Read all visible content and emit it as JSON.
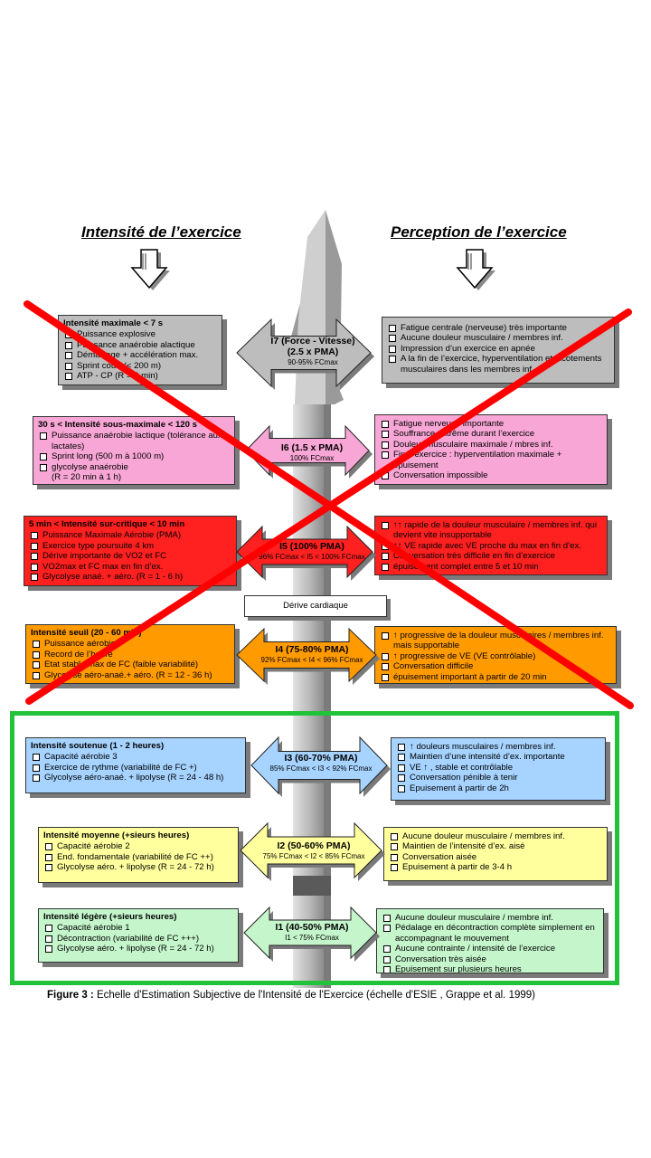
{
  "headings": {
    "left": "Intensité de l’exercice",
    "right": "Perception de l’exercice"
  },
  "levels": [
    {
      "id": "i7",
      "color": "#bdbdbd",
      "intensity": {
        "title": "Intensité maximale < 7 s",
        "items": [
          "Puissance explosive",
          "Puissance anaérobie alactique",
          "Démarrage + accélération max.",
          "Sprint court (< 200 m)",
          "ATP - CP (R = 3 min)"
        ]
      },
      "label": {
        "main": "I7 (Force - Vitesse)",
        "sub1": "(2.5 x PMA)",
        "sub2": "90-95% FCmax"
      },
      "perception": [
        "Fatigue centrale (nerveuse) très importante",
        "Aucune douleur musculaire / membres inf.",
        "Impression d’un exercice en apnée",
        "A la fin de l’exercice, hyperventilation et picotements musculaires dans les membres inf."
      ]
    },
    {
      "id": "i6",
      "color": "#f7a6d5",
      "intensity": {
        "title": "30 s < Intensité sous-maximale < 120 s",
        "items": [
          "Puissance anaérobie lactique (tolérance aux lactates)",
          "Sprint long (500 m à 1000 m)",
          "glycolyse anaérobie"
        ],
        "note": "(R = 20 min à 1 h)"
      },
      "label": {
        "main": "I6 (1.5 x PMA)",
        "sub1": "100% FCmax"
      },
      "perception": [
        "Fatigue nerveuse importante",
        "Souffrance extrême durant l’exercice",
        "Douleur musculaire maximale / mbres inf.",
        "Fin d’exercice : hyperventilation maximale + épuisement",
        "Conversation impossible"
      ]
    },
    {
      "id": "i5",
      "color": "#ff2020",
      "intensity": {
        "title": "5 min < Intensité sur-critique < 10 min",
        "items": [
          "Puissance Maximale Aérobie (PMA)",
          "Exercice type poursuite 4 km",
          "Dérive importante de VO2 et FC",
          "VO2max et FC max en fin d’ex.",
          "Glycolyse anaé. + aéro. (R = 1 - 6 h)"
        ]
      },
      "label": {
        "main": "I5 (100% PMA)",
        "sub1": "96% FCmax < I5 < 100% FCmax"
      },
      "perception": [
        "↑↑ rapide de la douleur musculaire / membres inf. qui devient vite insupportable",
        "↑↑ VE rapide avec VE proche du max en fin d’ex.",
        "Conversation très difficile en fin d’exercice",
        "épuisement complet entre 5 et 10 min"
      ]
    },
    {
      "id": "i4",
      "color": "#ff9a00",
      "intensity": {
        "title": "Intensité seuil (20 - 60 min)",
        "items": [
          "Puissance aérobie",
          "Record de l’heure",
          "Etat stable max de FC (faible variabilité)",
          "Glycolyse aéro-anaé.+ aéro. (R = 12 - 36 h)"
        ]
      },
      "label": {
        "main": "I4 (75-80% PMA)",
        "sub1": "92% FCmax < I4 < 96% FCmax"
      },
      "perception": [
        "↑ progressive de la douleur musculaires / membres inf. mais supportable",
        "↑ progressive de VE (VE contrôlable)",
        "Conversation difficile",
        "épuisement important à partir de 20 min"
      ]
    },
    {
      "id": "i3",
      "color": "#a6d3ff",
      "intensity": {
        "title": "Intensité soutenue (1 - 2 heures)",
        "items": [
          "Capacité aérobie 3",
          "Exercice de rythme (variabilité de FC +)",
          "Glycolyse aéro-anaé. + lipolyse (R = 24 - 48 h)"
        ]
      },
      "label": {
        "main": "I3 (60-70% PMA)",
        "sub1": "85% FCmax < I3 < 92% FCmax"
      },
      "perception": [
        "↑ douleurs musculaires / membres inf.",
        "Maintien d’une intensité d’ex. importante",
        "VE ↑ , stable et contrôlable",
        "Conversation pénible à tenir",
        "Epuisement à partir de 2h"
      ]
    },
    {
      "id": "i2",
      "color": "#ffff9e",
      "intensity": {
        "title": "Intensité moyenne (+sieurs heures)",
        "items": [
          "Capacité aérobie 2",
          "End. fondamentale (variabilité de FC ++)",
          "Glycolyse aéro. + lipolyse (R = 24 - 72 h)"
        ]
      },
      "label": {
        "main": "I2 (50-60% PMA)",
        "sub1": "75% FCmax < I2 < 85% FCmax"
      },
      "perception": [
        "Aucune douleur musculaire / membres inf.",
        "Maintien de l’intensité d’ex. aisé",
        "Conversation aisée",
        "Epuisement à partir de 3-4 h"
      ]
    },
    {
      "id": "i1",
      "color": "#c4f5cb",
      "intensity": {
        "title": "Intensité légère (+sieurs heures)",
        "items": [
          "Capacité aérobie 1",
          "Décontraction (variabilité de FC +++)",
          "Glycolyse aéro. + lipolyse (R = 24 - 72 h)"
        ]
      },
      "label": {
        "main": "I1 (40-50% PMA)",
        "sub1": "I1 < 75% FCmax"
      },
      "perception": [
        "Aucune douleur musculaire / membre inf.",
        "Pédalage en décontraction complète simplement en accompagnant le mouvement",
        "Aucune contrainte / intensité de l’exercice",
        "Conversation très aisée",
        "Epuisement sur plusieurs heures"
      ]
    }
  ],
  "drift": "Dérive cardiaque",
  "caption": {
    "bold": "Figure 3 :",
    "text": " Echelle d'Estimation Subjective de l'Intensité de l'Exercice (échelle d'ESIE , Grappe et al. 1999)"
  },
  "overlay": {
    "cross_color": "#ff0000",
    "highlight_color": "#22c33a"
  }
}
